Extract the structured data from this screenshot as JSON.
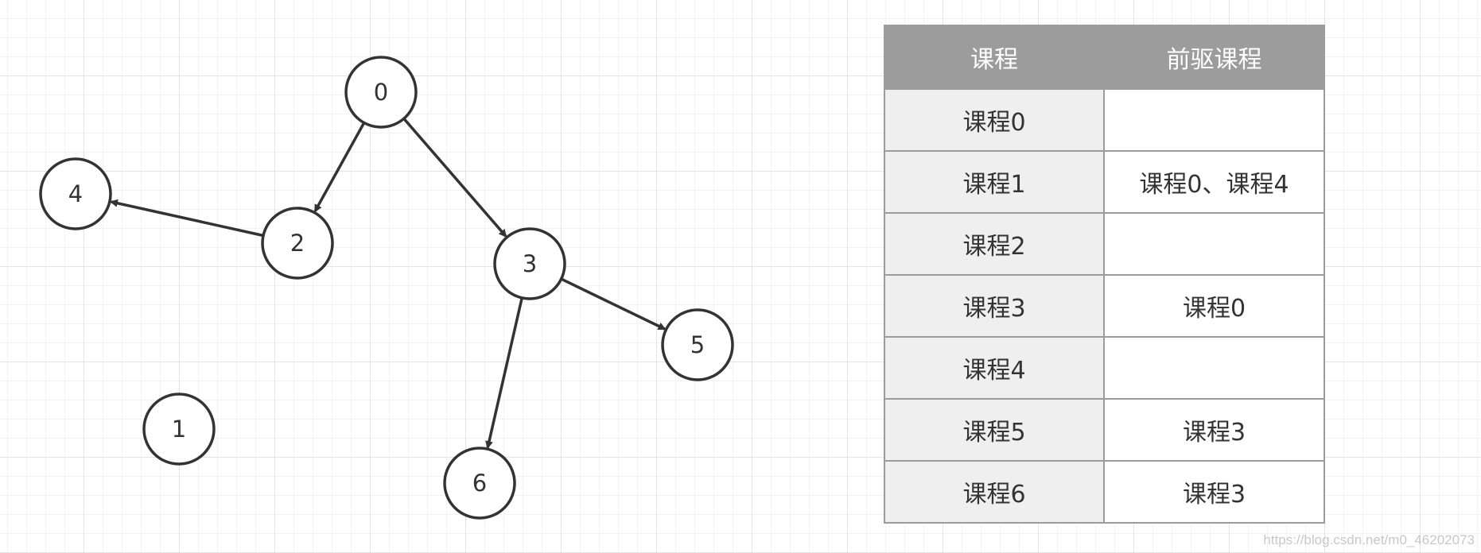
{
  "graph": {
    "nodes": [
      {
        "id": "0",
        "label": "0"
      },
      {
        "id": "1",
        "label": "1"
      },
      {
        "id": "2",
        "label": "2"
      },
      {
        "id": "3",
        "label": "3"
      },
      {
        "id": "4",
        "label": "4"
      },
      {
        "id": "5",
        "label": "5"
      },
      {
        "id": "6",
        "label": "6"
      }
    ],
    "edges": [
      {
        "from": "0",
        "to": "2"
      },
      {
        "from": "0",
        "to": "3"
      },
      {
        "from": "2",
        "to": "4"
      },
      {
        "from": "3",
        "to": "5"
      },
      {
        "from": "3",
        "to": "6"
      }
    ]
  },
  "table": {
    "headers": [
      "课程",
      "前驱课程"
    ],
    "rows": [
      {
        "course": "课程0",
        "prereq": ""
      },
      {
        "course": "课程1",
        "prereq": "课程0、课程4"
      },
      {
        "course": "课程2",
        "prereq": ""
      },
      {
        "course": "课程3",
        "prereq": "课程0"
      },
      {
        "course": "课程4",
        "prereq": ""
      },
      {
        "course": "课程5",
        "prereq": "课程3"
      },
      {
        "course": "课程6",
        "prereq": "课程3"
      }
    ]
  },
  "watermark": "https://blog.csdn.net/m0_46202073"
}
